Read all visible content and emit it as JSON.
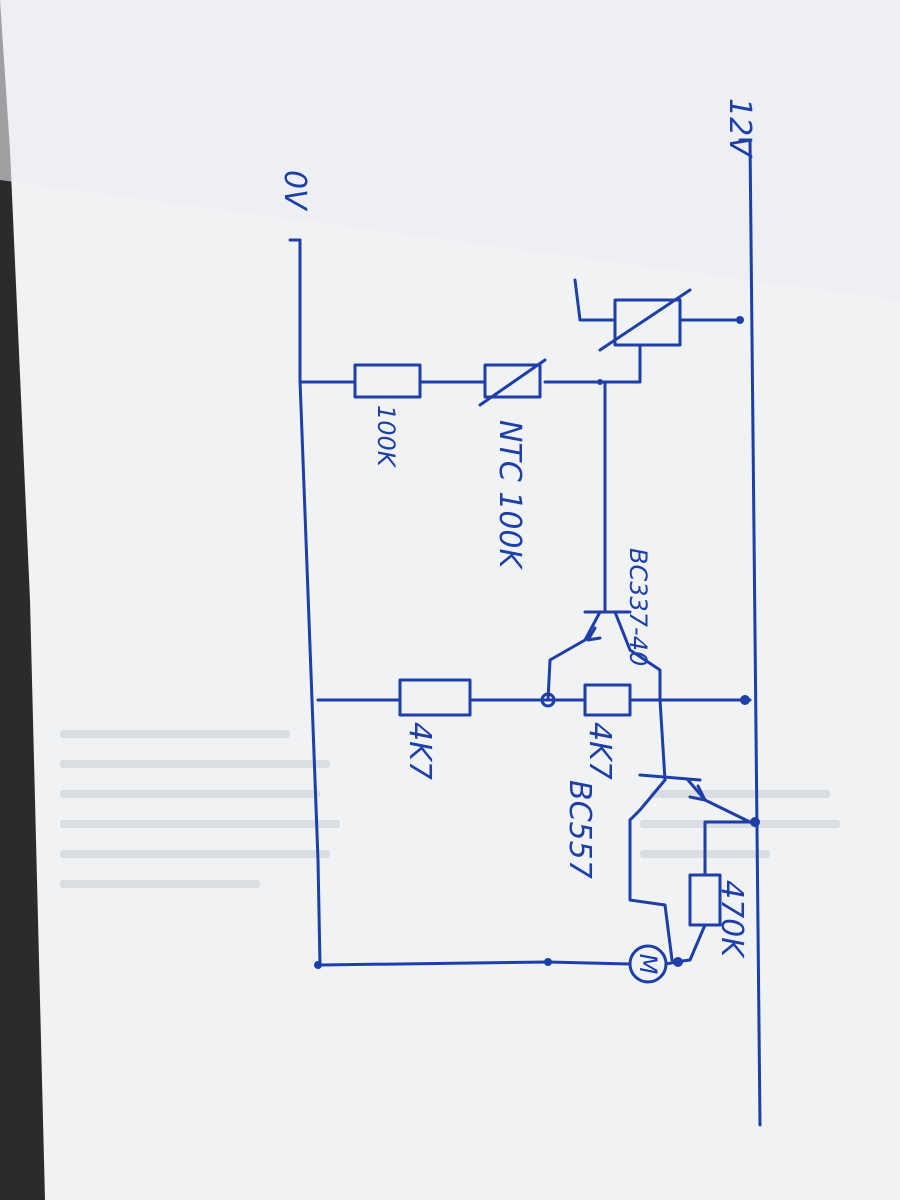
{
  "diagram": {
    "labels": {
      "supply_12v": "12V",
      "ground_0v": "0V",
      "ntc": "NTC 100K",
      "r_100k": "100K",
      "r_4k7_left": "4K7",
      "r_4k7_mid": "4K7",
      "q1": "BC337-40",
      "q2": "BC557",
      "r_470k": "470K",
      "motor": "M"
    },
    "colors": {
      "ink": "#1e3fa8",
      "paper": "#f2f3f5",
      "background": "#2a2a2a"
    }
  }
}
